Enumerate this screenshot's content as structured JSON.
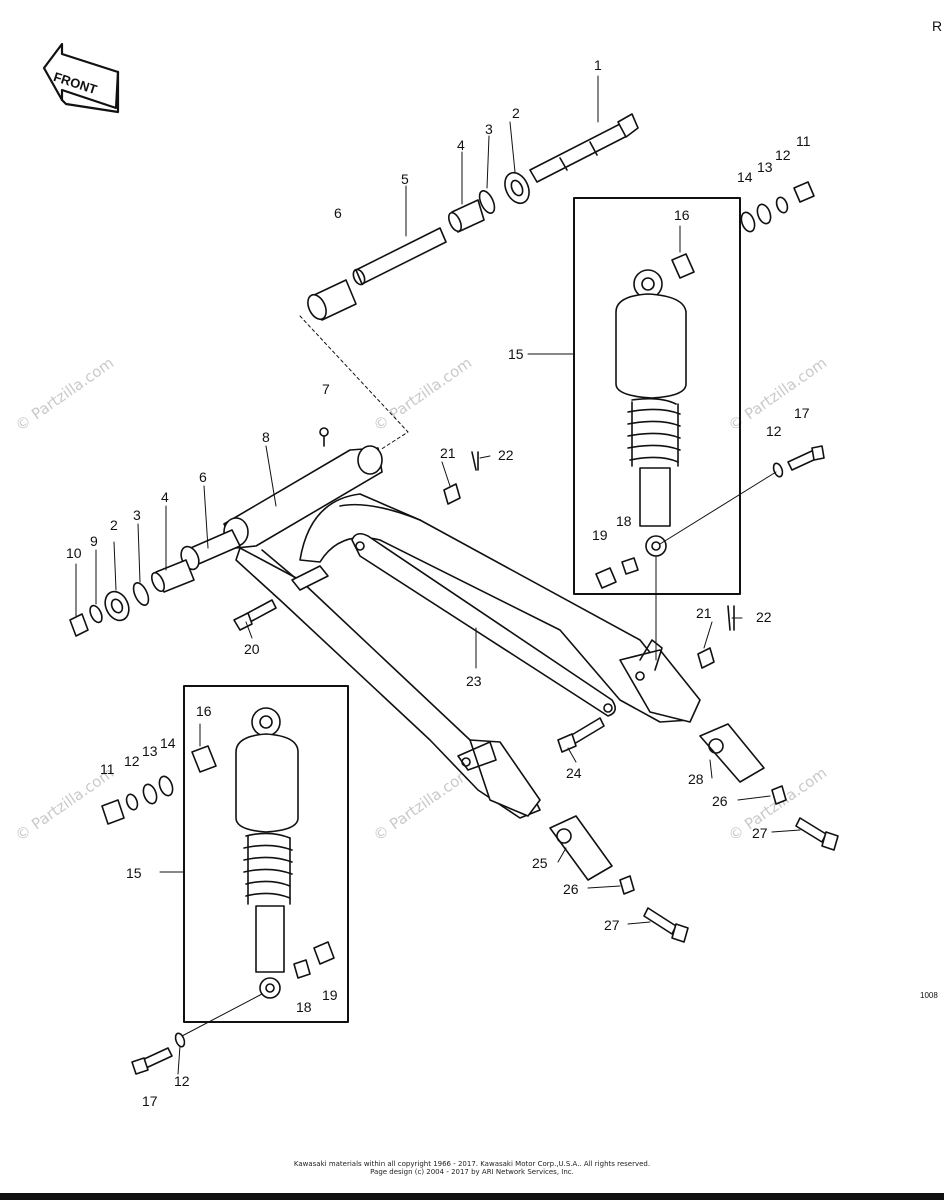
{
  "front_arrow": {
    "label": "FRONT"
  },
  "corner_letter": "R",
  "side_code": "1008",
  "watermark": "© Partzilla.com",
  "copyright": {
    "line1": "Kawasaki materials within all copyright 1966 - 2017. Kawasaki Motor Corp.,U.S.A.. All rights reserved.",
    "line2": "Page design (c) 2004 - 2017 by ARI Network Services, Inc."
  },
  "callouts": [
    {
      "id": "c1",
      "text": "1"
    },
    {
      "id": "c2a",
      "text": "2"
    },
    {
      "id": "c3a",
      "text": "3"
    },
    {
      "id": "c4a",
      "text": "4"
    },
    {
      "id": "c5",
      "text": "5"
    },
    {
      "id": "c6a",
      "text": "6"
    },
    {
      "id": "c7",
      "text": "7"
    },
    {
      "id": "c8",
      "text": "8"
    },
    {
      "id": "c9",
      "text": "9"
    },
    {
      "id": "c10",
      "text": "10"
    },
    {
      "id": "c2b",
      "text": "2"
    },
    {
      "id": "c3b",
      "text": "3"
    },
    {
      "id": "c4b",
      "text": "4"
    },
    {
      "id": "c6b",
      "text": "6"
    },
    {
      "id": "c11a",
      "text": "11"
    },
    {
      "id": "c12a",
      "text": "12"
    },
    {
      "id": "c13a",
      "text": "13"
    },
    {
      "id": "c14a",
      "text": "14"
    },
    {
      "id": "c16a",
      "text": "16"
    },
    {
      "id": "c15a",
      "text": "15"
    },
    {
      "id": "c21a",
      "text": "21"
    },
    {
      "id": "c22a",
      "text": "22"
    },
    {
      "id": "c12b",
      "text": "12"
    },
    {
      "id": "c17a",
      "text": "17"
    },
    {
      "id": "c19a",
      "text": "19"
    },
    {
      "id": "c18a",
      "text": "18"
    },
    {
      "id": "c21b",
      "text": "21"
    },
    {
      "id": "c22b",
      "text": "22"
    },
    {
      "id": "c20",
      "text": "20"
    },
    {
      "id": "c23",
      "text": "23"
    },
    {
      "id": "c24",
      "text": "24"
    },
    {
      "id": "c28",
      "text": "28"
    },
    {
      "id": "c26a",
      "text": "26"
    },
    {
      "id": "c27a",
      "text": "27"
    },
    {
      "id": "c16b",
      "text": "16"
    },
    {
      "id": "c11b",
      "text": "11"
    },
    {
      "id": "c12c",
      "text": "12"
    },
    {
      "id": "c13b",
      "text": "13"
    },
    {
      "id": "c14b",
      "text": "14"
    },
    {
      "id": "c15b",
      "text": "15"
    },
    {
      "id": "c25",
      "text": "25"
    },
    {
      "id": "c26b",
      "text": "26"
    },
    {
      "id": "c27b",
      "text": "27"
    },
    {
      "id": "c18b",
      "text": "18"
    },
    {
      "id": "c19b",
      "text": "19"
    },
    {
      "id": "c17b",
      "text": "17"
    },
    {
      "id": "c12d",
      "text": "12"
    }
  ]
}
